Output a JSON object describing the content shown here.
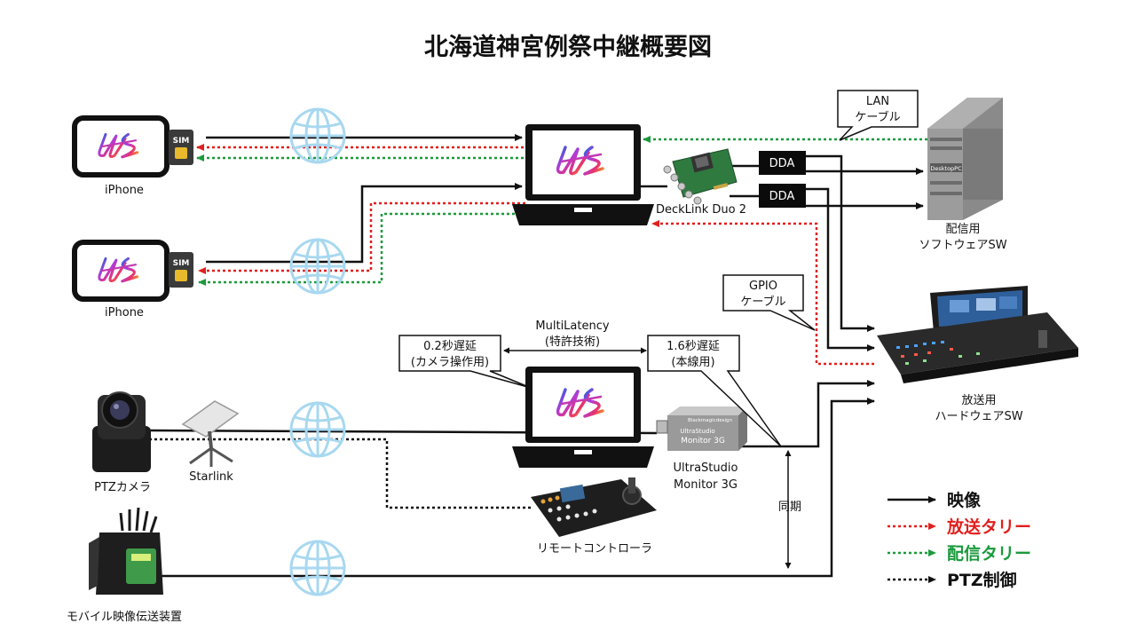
{
  "title": "北海道神宮例祭中継概要図",
  "colors": {
    "video": "#111111",
    "broadcast_tally": "#e0201e",
    "stream_tally": "#1a9a3c",
    "ptz": "#111111",
    "globe": "#a8d8f0",
    "logo_gradient": [
      "#2a63d9",
      "#b23ad6",
      "#e8336d",
      "#f6a21e"
    ]
  },
  "devices": {
    "iphone1": "iPhone",
    "iphone2": "iPhone",
    "sim1": "SIM",
    "sim2": "SIM",
    "decklink": "DeckLink Duo 2",
    "dda1": "DDA",
    "dda2": "DDA",
    "desktop_badge": "DesktopPC",
    "streaming_sw": [
      "配信用",
      "ソフトウェアSW"
    ],
    "broadcast_sw": [
      "放送用",
      "ハードウェアSW"
    ],
    "ptz_camera": "PTZカメラ",
    "starlink": "Starlink",
    "ultrastudio": [
      "UltraStudio",
      "Monitor 3G"
    ],
    "ultrastudio_badge_brand": "Blackmagicdesign",
    "ultrastudio_badge_small": "UltraStudio",
    "ultrastudio_badge_big": "Monitor 3G",
    "remote_controller": "リモートコントローラ",
    "mobile_transmitter": "モバイル映像伝送装置"
  },
  "callouts": {
    "lan": [
      "LAN",
      "ケーブル"
    ],
    "gpio": [
      "GPIO",
      "ケーブル"
    ],
    "delay_camera": [
      "0.2秒遅延",
      "(カメラ操作用)"
    ],
    "delay_main": [
      "1.6秒遅延",
      "(本線用)"
    ]
  },
  "multilatency": [
    "MultiLatency",
    "(特許技術)"
  ],
  "sync": "同期",
  "legend": [
    {
      "label": "映像",
      "color": "#111111",
      "style": "solid"
    },
    {
      "label": "放送タリー",
      "color": "#e0201e",
      "style": "dotted"
    },
    {
      "label": "配信タリー",
      "color": "#1a9a3c",
      "style": "dotted"
    },
    {
      "label": "PTZ制御",
      "color": "#111111",
      "style": "dotted"
    }
  ]
}
